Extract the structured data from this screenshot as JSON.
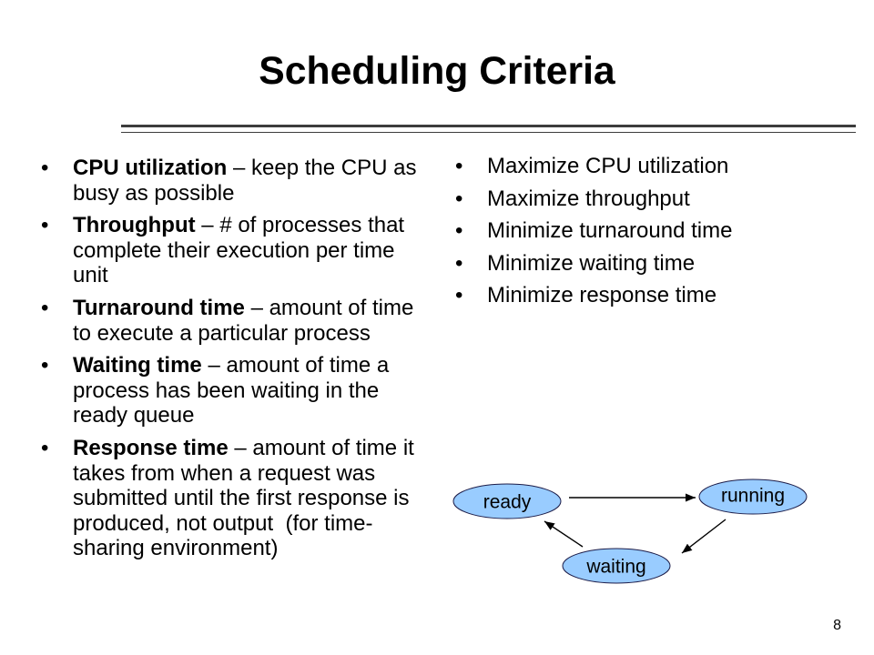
{
  "slide": {
    "title": "Scheduling Criteria",
    "page_number": "8"
  },
  "bullet_glyph": "•",
  "left_bullets": [
    {
      "term": "CPU utilization",
      "text": "– keep the CPU as busy as possible"
    },
    {
      "term": "Throughput",
      "text": "– # of processes that complete their execution per time unit"
    },
    {
      "term": "Turnaround time",
      "text": "– amount of time to execute a particular process"
    },
    {
      "term": "Waiting time",
      "text": "– amount of time a process has been waiting in the ready queue"
    },
    {
      "term": "Response time",
      "text": "– amount of time it takes from when a request was submitted until the first response is produced, not output  (for time-sharing environment)"
    }
  ],
  "right_bullets": [
    "Maximize CPU utilization",
    "Maximize throughput",
    "Minimize turnaround time",
    "Minimize waiting time",
    "Minimize response time"
  ],
  "diagram": {
    "state_fill": "#99ccff",
    "states": [
      {
        "label": "ready"
      },
      {
        "label": "running"
      },
      {
        "label": "waiting"
      }
    ],
    "transitions": [
      {
        "from": 0,
        "to": 1
      },
      {
        "from": 1,
        "to": 2
      },
      {
        "from": 2,
        "to": 0
      }
    ]
  }
}
